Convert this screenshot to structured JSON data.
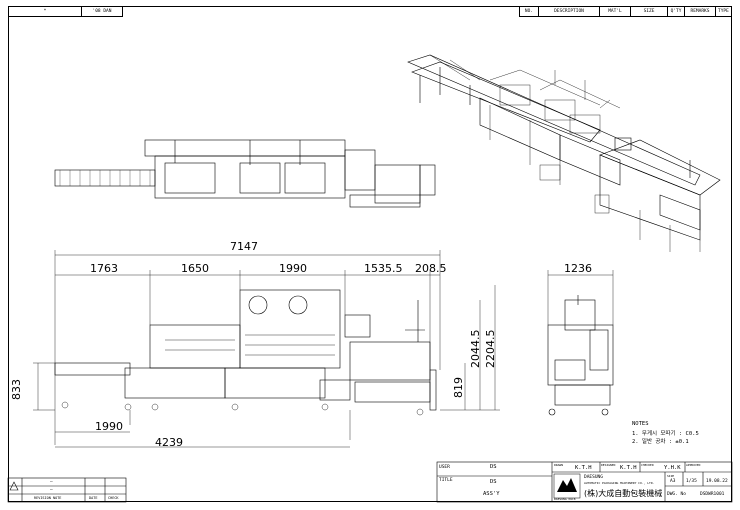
{
  "header": {
    "left_cells": [
      "*",
      "'08 DAN"
    ],
    "columns": [
      "NO.",
      "DESCRIPTION",
      "MAT'L",
      "SIZE",
      "Q'TY",
      "REMARKS",
      "TYPE"
    ]
  },
  "dimensions": {
    "total_length": "7147",
    "seg1": "1763",
    "seg2": "1650",
    "seg3": "1990",
    "seg4": "1535.5",
    "seg5": "208.5",
    "conveyor": "1990",
    "overall": "4239",
    "height_left": "833",
    "height_mid": "819",
    "height_2044": "2044.5",
    "height_2204": "2204.5",
    "side_width": "1236"
  },
  "notes": {
    "title": "NOTES",
    "line1": "1. 무게시 모따기 : C0.5",
    "line2": "2. 일반 공차 : ±0.1"
  },
  "title_block": {
    "user_label": "USER",
    "user_value": "DS",
    "title_label": "TITLE",
    "title_value1": "DS",
    "title_value2": "ASS'Y",
    "drawn_label": "DRAWN",
    "drawn_value": "K.T.H",
    "designed_label": "DESIGNED",
    "designed_value": "K.T.H",
    "checked_label": "CHECKED",
    "checked_value": "Y.H.K",
    "approved_label": "APPROVED",
    "company_en": "DAESUNG",
    "company_sub": "AUTOMATIC PACKAGING MACHINERY CO., LTD.",
    "company_kr": "(株)大成自動包裝機械",
    "logo_text": "DAESUNG PACK",
    "size_label": "SIZE",
    "size_value": "A3",
    "scale_value": "1/35",
    "date_value": "19.08.22",
    "dwg_label": "DWG. No",
    "dwg_value": "DSDWR1001"
  },
  "revision": {
    "rows": [
      "—",
      "—"
    ],
    "cols": [
      "REVISION NOTE",
      "DATE",
      "CHECK"
    ]
  }
}
